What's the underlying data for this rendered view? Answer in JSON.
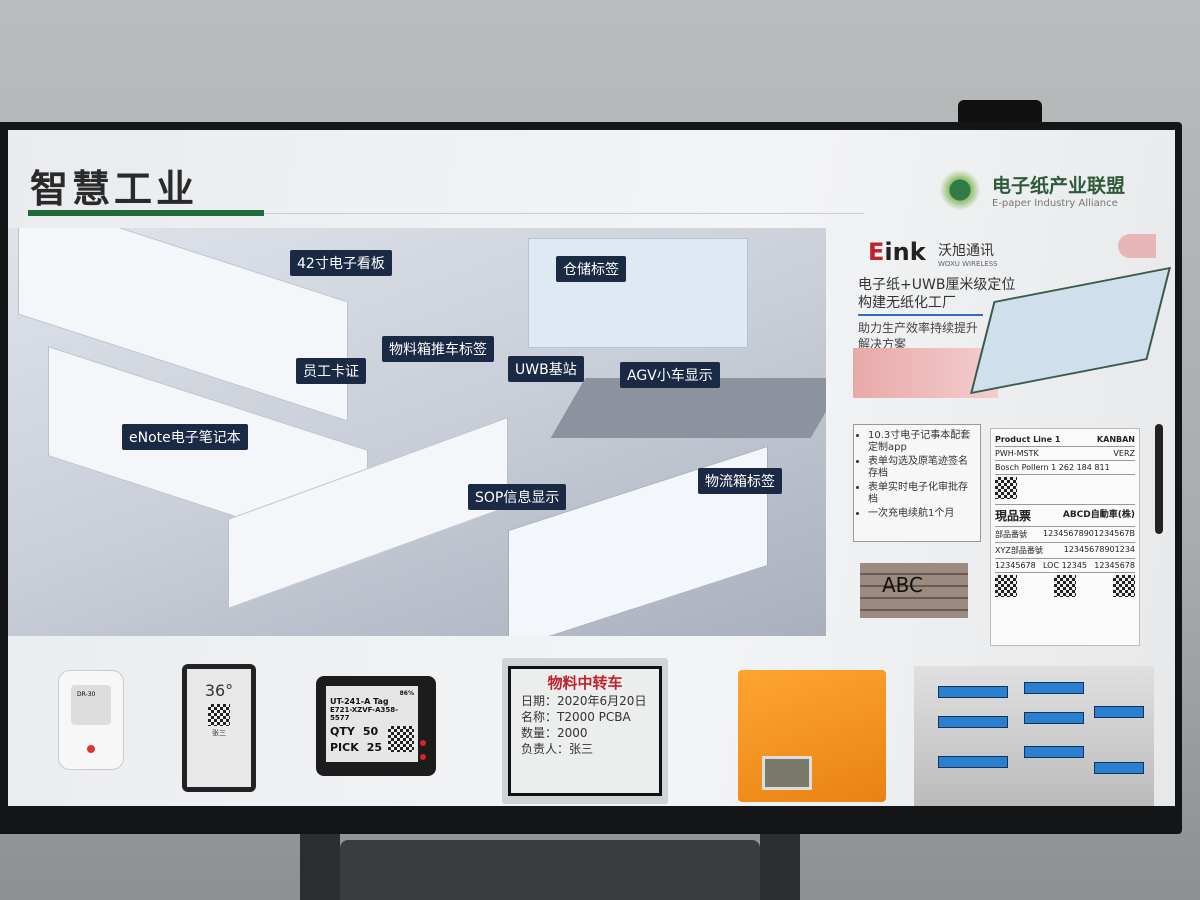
{
  "slide": {
    "title": "智慧工业",
    "logo": {
      "cn": "电子纸产业联盟",
      "en": "E-paper Industry Alliance"
    },
    "factory_labels": [
      "42寸电子看板",
      "仓储标签",
      "物料箱推车标签",
      "员工卡证",
      "UWB基站",
      "AGV小车显示",
      "eNote电子笔记本",
      "SOP信息显示",
      "物流箱标签"
    ],
    "partner": {
      "eink_e": "E",
      "eink_rest": "ink",
      "woxu_cn": "沃旭通讯",
      "woxu_en": "WOXU WIRELESS"
    },
    "headline": [
      "电子纸+UWB厘米级定位",
      "构建无纸化工厂"
    ],
    "subhead": [
      "助力生产效率持续提升",
      "解决方案"
    ],
    "bullets": [
      "10.3寸电子记事本配套定制app",
      "表单勾选及原笔迹签名存档",
      "表单实时电子化审批存档",
      "一次充电续航1个月"
    ],
    "kanban": {
      "line": "Product Line 1",
      "type": "KANBAN",
      "code1": "PWH-MSTK",
      "code2": "VERZ",
      "part": "Bosch Pollern 1 262 184 811",
      "title": "現品票",
      "company": "ABCD自動車(株)",
      "part_no_label": "部品番號",
      "part_no": "12345678901234567B",
      "xyz_label": "XYZ部品番號",
      "xyz_no": "12345678901234",
      "loc": "LOC 12345",
      "n1": "12345678",
      "n2": "12345678"
    },
    "handwriting": "ABC",
    "devices": {
      "tag1": {
        "label": "DR-30"
      },
      "badge": {
        "temp": "36°",
        "name": "张三"
      },
      "tag3": {
        "battery": "86%",
        "line1": "UT-241-A Tag",
        "line2": "E721-XZVF-A358-5577",
        "qty_label": "QTY",
        "qty": "50",
        "pick_label": "PICK",
        "pick": "25"
      },
      "cart": {
        "title": "物料中转车",
        "rows": [
          "日期：2020年6月20日",
          "名称：T2000 PCBA",
          "数量：2000",
          "负责人：张三"
        ]
      }
    },
    "colors": {
      "accent_green": "#1f6b3a",
      "label_bg": "#1b2a44",
      "eink_red": "#c0222b"
    }
  }
}
